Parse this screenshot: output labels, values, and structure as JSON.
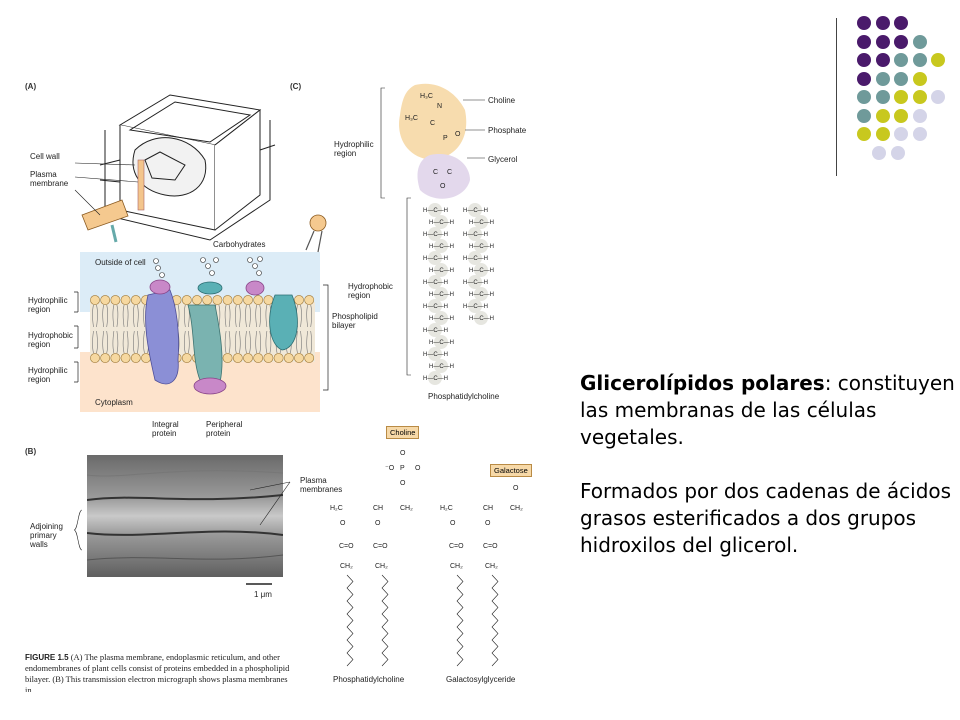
{
  "slide": {
    "title_bold": "Glicerolípidos polares",
    "title_rest": ": constituyen las membranas de las células vegetales.",
    "paragraph": "Formados por dos cadenas de ácidos grasos esterificados a dos grupos hidroxilos del glicerol."
  },
  "figure": {
    "panel_a": "(A)",
    "panel_b": "(B)",
    "panel_c": "(C)",
    "labels_a": {
      "cell_wall": "Cell wall",
      "plasma_membrane": "Plasma\nmembrane",
      "outside_of_cell": "Outside of cell",
      "carbohydrates": "Carbohydrates",
      "hydrophilic_top": "Hydrophilic\nregion",
      "hydrophobic": "Hydrophobic\nregion",
      "hydrophilic_bottom": "Hydrophilic\nregion",
      "phospholipid_bilayer": "Phospholipid\nbilayer",
      "cytoplasm": "Cytoplasm",
      "integral_protein": "Integral\nprotein",
      "peripheral_protein": "Peripheral\nprotein"
    },
    "labels_b": {
      "plasma_membranes": "Plasma\nmembranes",
      "adjoining_walls": "Adjoining\nprimary\nwalls",
      "scale": "1 μm"
    },
    "labels_c": {
      "hydrophilic_region": "Hydrophilic\nregion",
      "hydrophobic_region": "Hydrophobic\nregion",
      "choline": "Choline",
      "phosphate": "Phosphate",
      "glycerol": "Glycerol",
      "phosphatidylcholine": "Phosphatidylcholine"
    },
    "labels_d": {
      "choline": "Choline",
      "galactose": "Galactose",
      "phosphatidylcholine": "Phosphatidylcholine",
      "galactosylglyceride": "Galactosylglyceride"
    },
    "caption_head": "FIGURE 1.5",
    "caption_text": "(A) The plasma membrane, endoplasmic reticulum, and other endomembranes of plant cells consist of proteins embedded in a phospholipid bilayer. (B) This transmission electron micrograph shows plasma membranes in"
  },
  "decor": {
    "colors": [
      "#4a1a6b",
      "#6f9a9a",
      "#c8c81e",
      "#d4d4e8"
    ],
    "rows": [
      [
        "#4a1a6b",
        "#4a1a6b",
        "#4a1a6b"
      ],
      [
        "#4a1a6b",
        "#4a1a6b",
        "#4a1a6b",
        "#6f9a9a"
      ],
      [
        "#4a1a6b",
        "#4a1a6b",
        "#6f9a9a",
        "#6f9a9a",
        "#c8c81e"
      ],
      [
        "#4a1a6b",
        "#6f9a9a",
        "#6f9a9a",
        "#c8c81e"
      ],
      [
        "#6f9a9a",
        "#6f9a9a",
        "#c8c81e",
        "#c8c81e",
        "#d4d4e8"
      ],
      [
        "#6f9a9a",
        "#c8c81e",
        "#c8c81e",
        "#d4d4e8"
      ],
      [
        "#c8c81e",
        "#c8c81e",
        "#d4d4e8",
        "#d4d4e8"
      ],
      [
        "#d4d4e8",
        "#d4d4e8"
      ]
    ]
  }
}
